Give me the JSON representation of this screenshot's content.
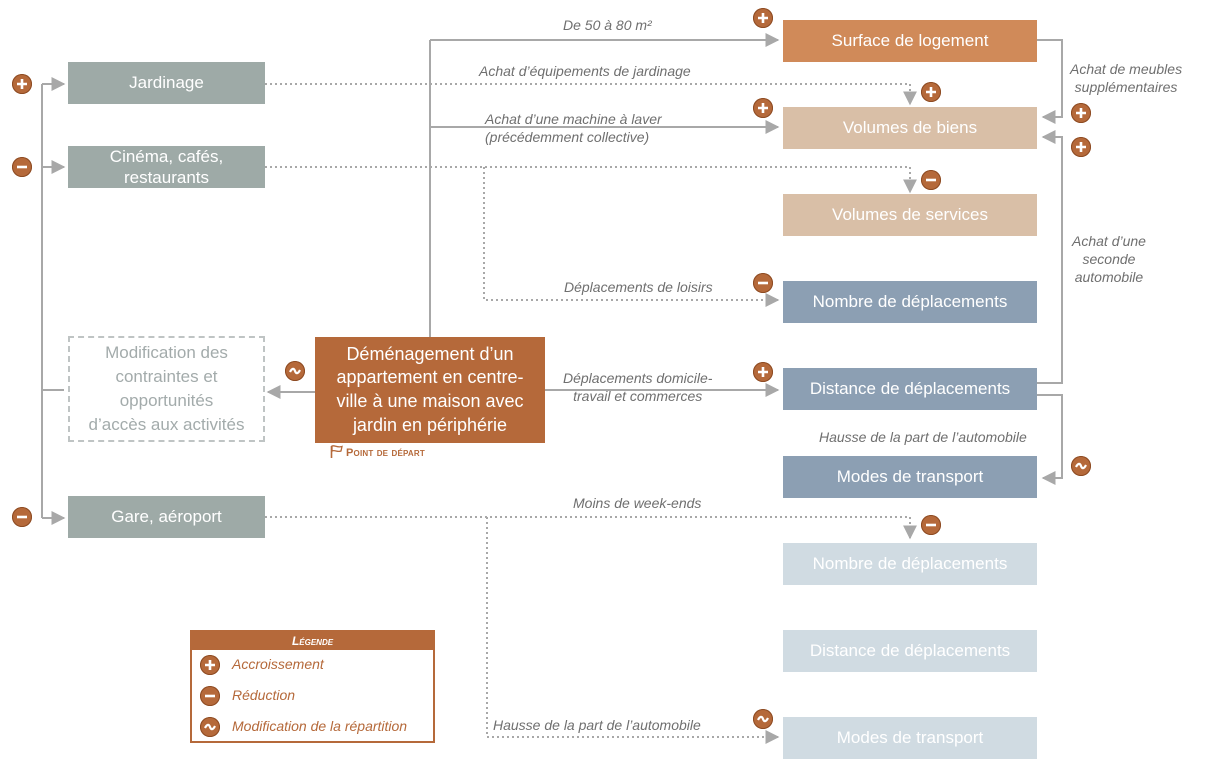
{
  "diagram": {
    "left_nodes": {
      "jardinage": "Jardinage",
      "cinema": [
        "Cinéma, cafés,",
        "restaurants"
      ],
      "modification": [
        "Modification des",
        "contraintes et",
        "opportunités",
        "d’accès aux activités"
      ],
      "gare": "Gare, aéroport"
    },
    "start_node": {
      "lines": [
        "Déménagement d’un",
        "appartement en centre-",
        "ville à une maison avec",
        "jardin en périphérie"
      ],
      "label": "Point de départ"
    },
    "right_nodes": {
      "surface": "Surface de logement",
      "volumes_biens": "Volumes de biens",
      "volumes_services": "Volumes de services",
      "nombre_deplacements": "Nombre de déplacements",
      "distance_deplacements": "Distance de déplacements",
      "modes_transport": "Modes de transport",
      "nombre_deplacements_2": "Nombre de déplacements",
      "distance_deplacements_2": "Distance de déplacements",
      "modes_transport_2": "Modes de transport"
    },
    "edge_labels": {
      "surface": "De 50 à 80 m²",
      "jardinage": "Achat d’équipements de jardinage",
      "machine": [
        "Achat d’une machine à laver",
        "(précédemment collective)"
      ],
      "loisirs": "Déplacements de loisirs",
      "domicile": [
        "Déplacements domicile-",
        "travail et commerces"
      ],
      "hausse_1": "Hausse de la part de l’automobile",
      "weekends": "Moins de week-ends",
      "hausse_2": "Hausse de la part de l’automobile",
      "meubles": [
        "Achat de meubles",
        "supplémentaires"
      ],
      "automobile": [
        "Achat d’une",
        "seconde",
        "automobile"
      ]
    }
  },
  "legend": {
    "title": "Légende",
    "items": [
      {
        "symbol": "plus",
        "label": "Accroissement"
      },
      {
        "symbol": "minus",
        "label": "Réduction"
      },
      {
        "symbol": "tilde",
        "label": "Modification de la répartition"
      }
    ]
  },
  "colors": {
    "accent": "#b5693a",
    "gray_box": "#9eaaa7",
    "orange_box": "#d08a59",
    "beige_box": "#d9bfa7",
    "blue_box": "#8c9fb3",
    "pale_box": "#d0dbe2",
    "connector": "#a8a8a8"
  }
}
